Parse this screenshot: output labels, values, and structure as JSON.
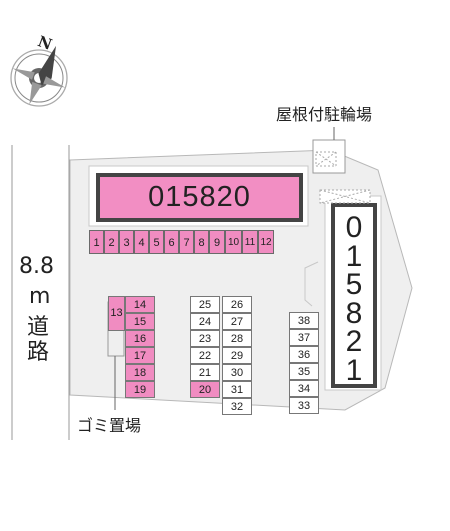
{
  "compass": {
    "north_label": "N"
  },
  "labels": {
    "road_width": "8.8",
    "road_unit": "m",
    "road_kanji_1": "道",
    "road_kanji_2": "路",
    "bike_parking": "屋根付駐輪場",
    "garbage": "ゴミ置場"
  },
  "buildings": {
    "horizontal": "015820",
    "vertical": [
      "0",
      "1",
      "5",
      "8",
      "2",
      "1"
    ]
  },
  "parking_row": [
    {
      "n": "1",
      "pink": true
    },
    {
      "n": "2",
      "pink": true
    },
    {
      "n": "3",
      "pink": true
    },
    {
      "n": "4",
      "pink": true
    },
    {
      "n": "5",
      "pink": true
    },
    {
      "n": "6",
      "pink": true
    },
    {
      "n": "7",
      "pink": true
    },
    {
      "n": "8",
      "pink": true
    },
    {
      "n": "9",
      "pink": true
    },
    {
      "n": "10",
      "pink": true
    },
    {
      "n": "11",
      "pink": true
    },
    {
      "n": "12",
      "pink": true
    }
  ],
  "colors": {
    "lot": "#efefef",
    "lot_border": "#b8b8b8",
    "building_fill": "#f28ec3",
    "building_frame": "#444444",
    "pink_slot": "#f08cc1"
  }
}
